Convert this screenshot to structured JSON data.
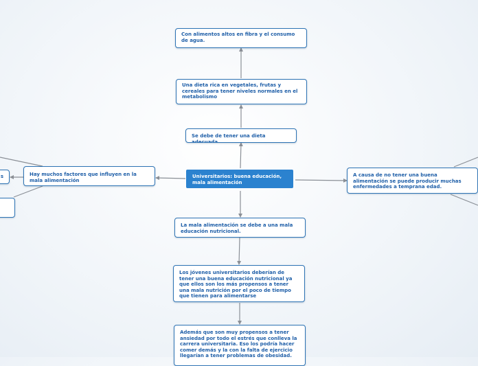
{
  "diagram": {
    "root": "Universitarios: buena educación, mala alimentación",
    "nodes": {
      "diet": "Se debe de tener una dieta adecuada",
      "diet_rich": "Una dieta rica en vegetales, frutas y cereales para tener niveles normales en el metabolismo",
      "fiber": "Con alimentos altos en fibra y el consumo de agua.",
      "bad_food": "La mala alimentación se debe a una mala educación nutricional.",
      "students": "Los jóvenes universitarios deberían de tener una buena educación nutricional ya que ellos son los más propensos a tener una mala nutrición por el poco de tiempo que tienen para alimentarse",
      "anxiety": "Además que son muy propensos a tener ansiedad por todo el estrés que conlleva la carrera universitaria. Eso los podría hacer comer demás y la con la falta de ejercicio llegarían a tener problemas de obesidad.",
      "factors": "Hay muchos factores que influyen en la mala alimentación",
      "diseases": "A causa de no tener una buena alimentación se puede producir muchas enfermedades a temprana edad.",
      "left_cut": "s"
    }
  },
  "colors": {
    "node_border": "#2d73b4",
    "node_text": "#1f5fa8",
    "root_fill": "#2b82cf",
    "connector": "#8a8f96"
  }
}
